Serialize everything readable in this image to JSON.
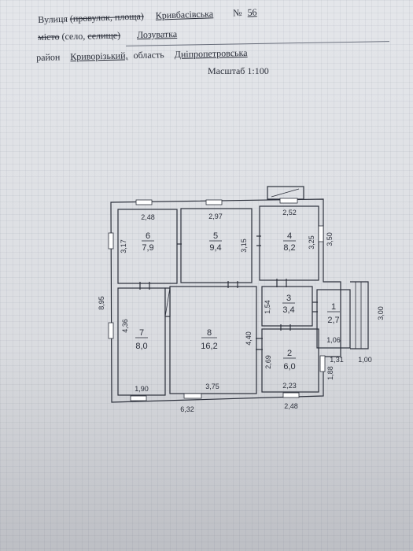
{
  "header": {
    "street_label": "Вулиця",
    "street_type_struck": "(провулок, площа)",
    "street_value": "Кривбасівська",
    "number_label": "№",
    "number_value": "56",
    "settlement_label_struck": "місто",
    "settlement_type": "(село,",
    "settlement_type_struck": "селище)",
    "settlement_value": "Лозуватка",
    "district_label": "район",
    "district_value": "Криворізький,",
    "region_label": "область",
    "region_value": "Дніпропетровська",
    "scale": "Масштаб 1:100"
  },
  "plan": {
    "rooms": [
      {
        "num": "6",
        "area": "7,9"
      },
      {
        "num": "5",
        "area": "9,4"
      },
      {
        "num": "4",
        "area": "8,2"
      },
      {
        "num": "3",
        "area": "3,4"
      },
      {
        "num": "1",
        "area": "2,7"
      },
      {
        "num": "7",
        "area": "8,0"
      },
      {
        "num": "8",
        "area": "16,2"
      },
      {
        "num": "2",
        "area": "6,0"
      }
    ],
    "dimensions": {
      "r6_width": "2,48",
      "r6_height": "3,17",
      "r5_width": "2,97",
      "r5_height": "3,15",
      "r4_width": "2,52",
      "r4_height": "3,25",
      "r4_outer": "3,50",
      "total_height": "8,95",
      "r7_height": "4,36",
      "r7_width": "1,90",
      "r8_height": "4,40",
      "r8_width": "3,75",
      "r3_height": "1,54",
      "r2_height": "2,69",
      "r2_width": "2,23",
      "r1_width": "1,06",
      "r1_outer": "1,31",
      "r1_depth": "1,88",
      "porch_height": "3,00",
      "porch_width": "1,00",
      "bottom_left": "6,32",
      "bottom_right": "2,48"
    }
  }
}
